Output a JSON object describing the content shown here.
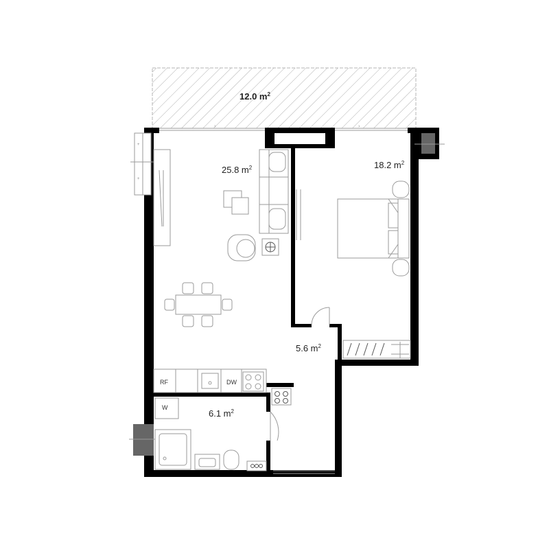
{
  "balcony": {
    "area_value": "12.0 m",
    "area_sup": "2"
  },
  "rooms": {
    "living": {
      "area_value": "25.8 m",
      "area_sup": "2"
    },
    "bedroom": {
      "area_value": "18.2 m",
      "area_sup": "2"
    },
    "hall": {
      "area_value": "5.6 m",
      "area_sup": "2"
    },
    "bathroom": {
      "area_value": "6.1 m",
      "area_sup": "2"
    }
  },
  "appliances": {
    "refrigerator": "RF",
    "dishwasher": "DW",
    "washer": "W"
  },
  "colors": {
    "wall": "#000000",
    "fixture": "#9a9a9a",
    "hatch": "#b0b0b0"
  }
}
